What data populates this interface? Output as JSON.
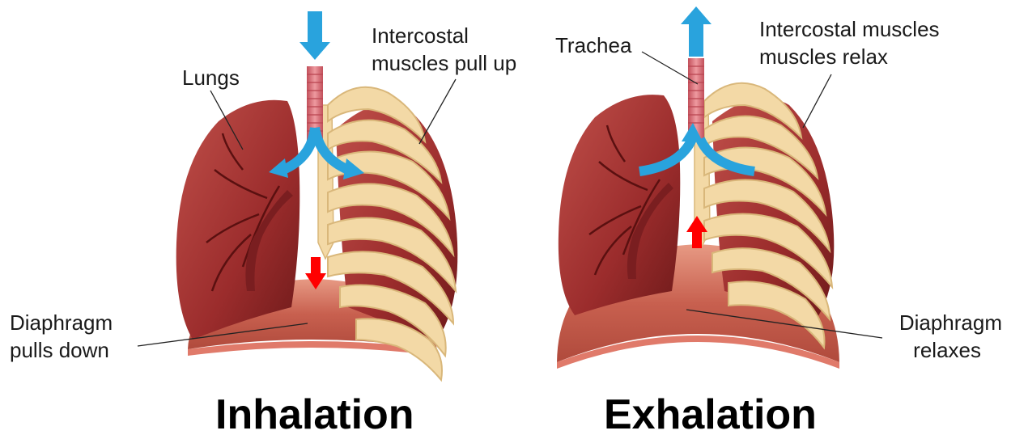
{
  "panels": {
    "inhalation": {
      "title": "Inhalation",
      "labels": {
        "lungs": "Lungs",
        "intercostal_line1": "Intercostal",
        "intercostal_line2": "muscles pull up",
        "diaphragm_line1": "Diaphragm",
        "diaphragm_line2": "pulls down"
      }
    },
    "exhalation": {
      "title": "Exhalation",
      "labels": {
        "trachea": "Trachea",
        "intercostal_line1": "Intercostal muscles",
        "intercostal_line2": "muscles relax",
        "diaphragm_line1": "Diaphragm",
        "diaphragm_line2": "relaxes"
      }
    }
  },
  "colors": {
    "lung": "#9b2c2c",
    "lung_dark": "#6e1a1a",
    "lung_highlight": "#c0504a",
    "vessel": "#5a1010",
    "bone": "#f3d9a6",
    "bone_shadow": "#d9b77a",
    "diaphragm": "#c8604f",
    "diaphragm_light": "#e79a84",
    "trachea": "#d86a72",
    "air_arrow": "#29a3dd",
    "muscle_arrow": "#ff0000",
    "leader_line": "#222222"
  },
  "icons": {
    "air_in_arrow": "arrow-down-icon",
    "air_out_arrow": "arrow-up-icon",
    "diaphragm_down_arrow": "arrow-down-icon",
    "diaphragm_up_arrow": "arrow-up-icon"
  }
}
